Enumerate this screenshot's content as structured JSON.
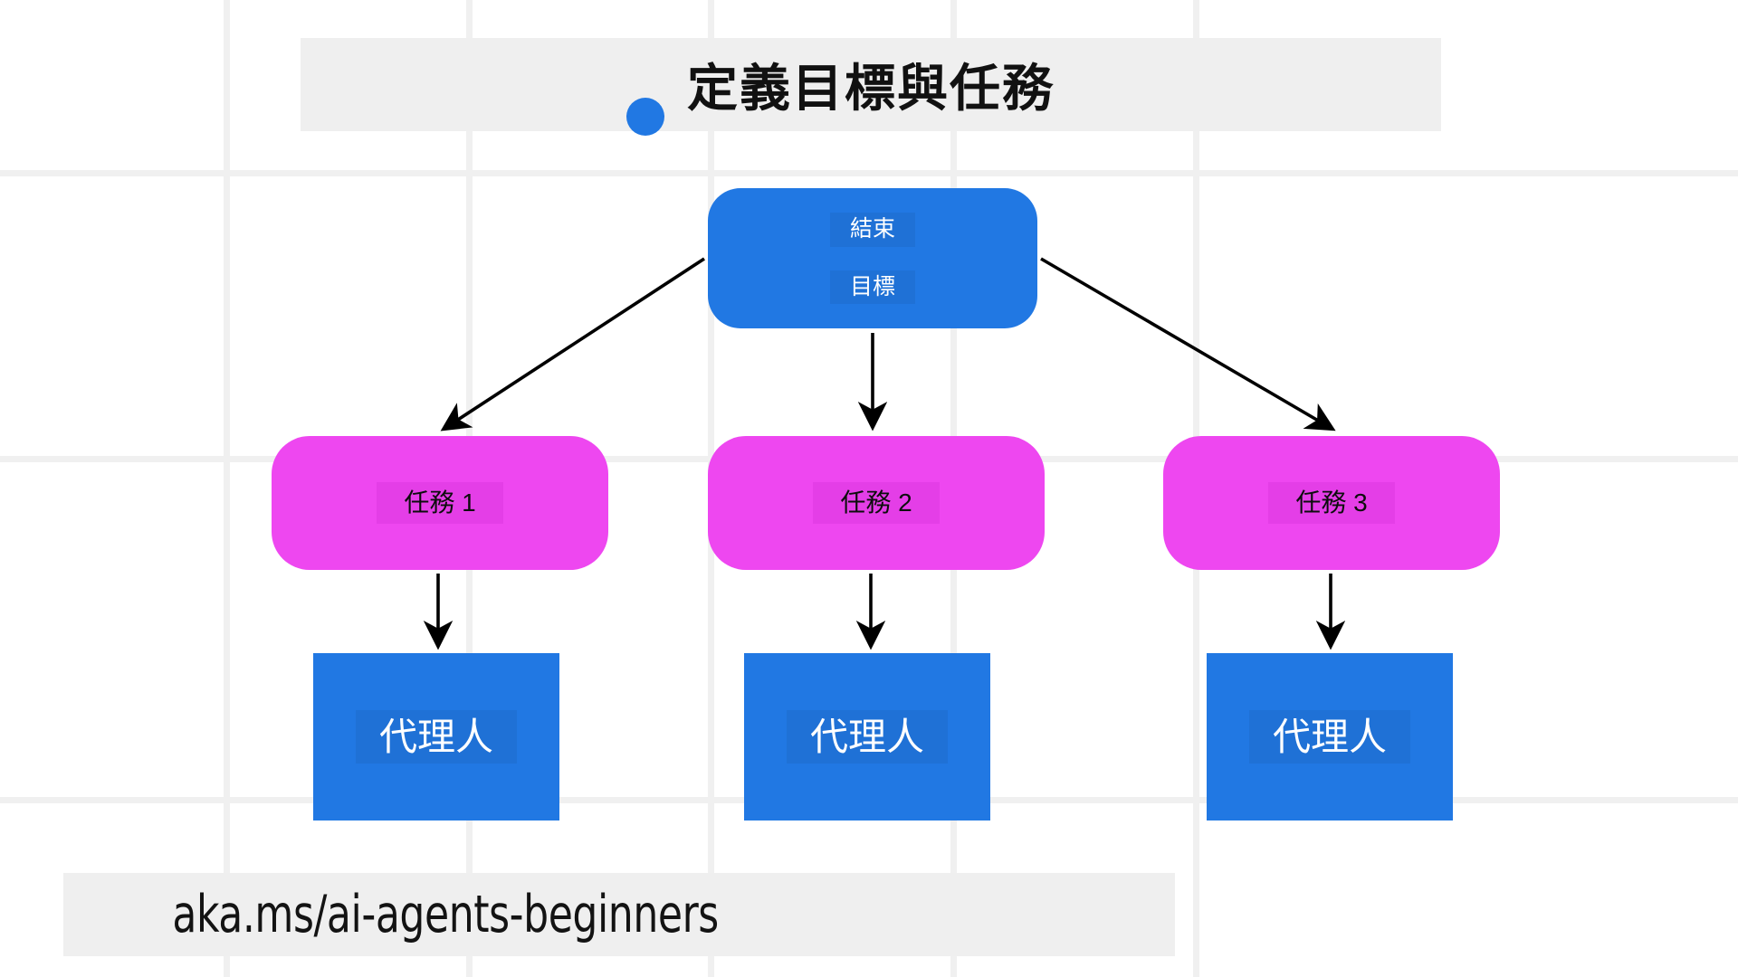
{
  "canvas": {
    "background_color": "#ffffff",
    "grid_color": "#f0f0f0",
    "band_color": "#efefef"
  },
  "header": {
    "title": "定義目標與任務"
  },
  "diagram": {
    "type": "tree",
    "accent_blue": "#2178e3",
    "accent_magenta": "#ee47f0",
    "root": {
      "id": "goal-node",
      "line1": "結束",
      "line2": "目標",
      "shape": "rounded-rect",
      "color": "#2178e3",
      "text_color": "#ffffff"
    },
    "tasks": [
      {
        "id": "task-1",
        "label": "任務 1",
        "shape": "rounded-rect",
        "color": "#ee47f0",
        "text_color": "#0d0d0d"
      },
      {
        "id": "task-2",
        "label": "任務 2",
        "shape": "rounded-rect",
        "color": "#ee47f0",
        "text_color": "#0d0d0d"
      },
      {
        "id": "task-3",
        "label": "任務 3",
        "shape": "rounded-rect",
        "color": "#ee47f0",
        "text_color": "#0d0d0d"
      }
    ],
    "agents": [
      {
        "id": "agent-1",
        "label": "代理人",
        "shape": "rect",
        "color": "#2178e3",
        "text_color": "#ffffff"
      },
      {
        "id": "agent-2",
        "label": "代理人",
        "shape": "rect",
        "color": "#2178e3",
        "text_color": "#ffffff"
      },
      {
        "id": "agent-3",
        "label": "代理人",
        "shape": "rect",
        "color": "#2178e3",
        "text_color": "#ffffff"
      }
    ],
    "edges": [
      {
        "from": "goal-node",
        "to": "task-1",
        "style": "arrow",
        "color": "#000000"
      },
      {
        "from": "goal-node",
        "to": "task-2",
        "style": "arrow",
        "color": "#000000"
      },
      {
        "from": "goal-node",
        "to": "task-3",
        "style": "arrow",
        "color": "#000000"
      },
      {
        "from": "task-1",
        "to": "agent-1",
        "style": "arrow",
        "color": "#000000"
      },
      {
        "from": "task-2",
        "to": "agent-2",
        "style": "arrow",
        "color": "#000000"
      },
      {
        "from": "task-3",
        "to": "agent-3",
        "style": "arrow",
        "color": "#000000"
      }
    ]
  },
  "footer": {
    "url": "aka.ms/ai-agents-beginners"
  }
}
